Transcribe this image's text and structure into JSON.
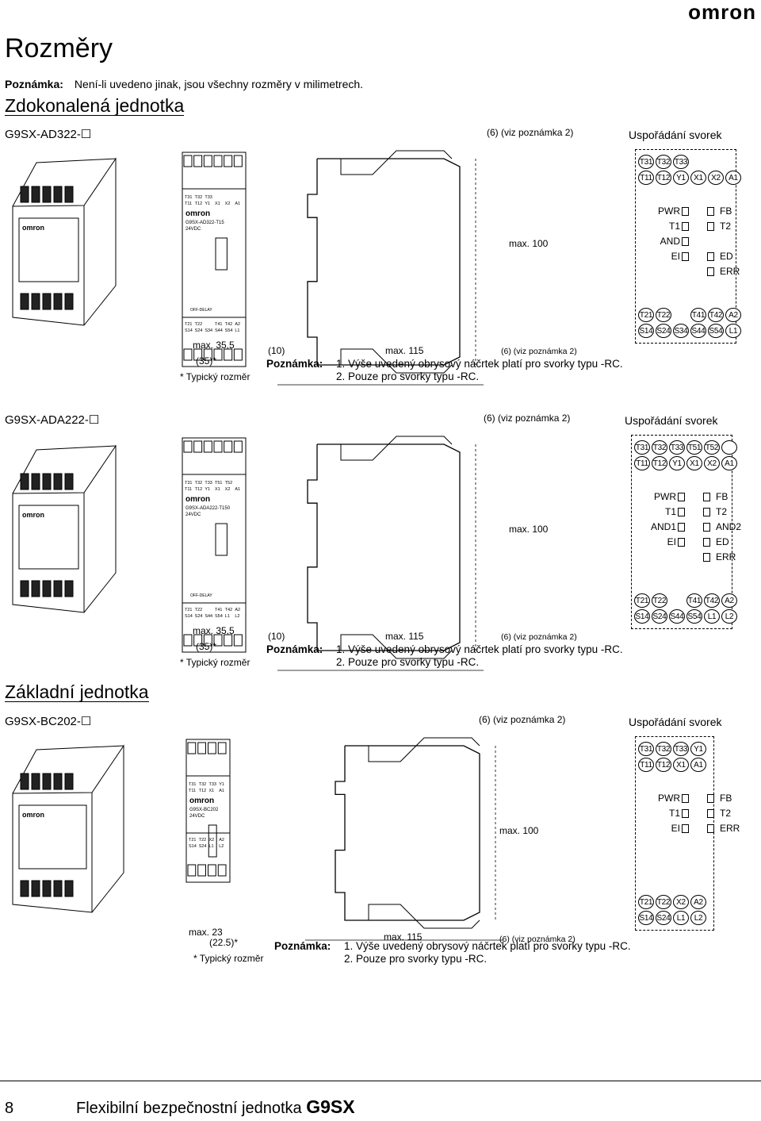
{
  "brand": "omron",
  "page_title": "Rozměry",
  "note": {
    "label": "Poznámka:",
    "text": "Není-li uvedeno jinak, jsou všechny rozměry v milimetrech."
  },
  "sections": {
    "advanced": "Zdokonalená jednotka",
    "basic": "Základní jednotka"
  },
  "units": [
    {
      "model": "G9SX-AD322-☐",
      "dims": {
        "width": "max. 35,5",
        "typ": "(35)*",
        "typ_note": "* Typický rozměr",
        "d10": "(10)",
        "depth": "max. 115",
        "d6_note": "(6) (viz poznámka 2)",
        "d6_top": "(6) (viz poznámka 2)",
        "height": "max. 100"
      },
      "front": {
        "model_text": "G9SX-AD322-T15",
        "voltage": "24VDC",
        "top_row1": [
          "T31",
          "T32",
          "T33",
          "",
          ""
        ],
        "top_row2": [
          "T11",
          "T12",
          "Y1",
          "X1",
          "X2",
          "A1"
        ],
        "bot_row1": [
          "T21",
          "T22",
          "",
          "T41",
          "T42",
          "A2"
        ],
        "bot_row2": [
          "S14",
          "S24",
          "S34",
          "S44",
          "S54",
          "L1"
        ],
        "off_delay": "OFF-DELAY"
      },
      "panel": {
        "title": "Uspořádání svorek",
        "top1": [
          "T31",
          "T32",
          "T33"
        ],
        "top2": [
          "T11",
          "T12",
          "Y1",
          "X1",
          "X2",
          "A1"
        ],
        "leds": [
          [
            "PWR",
            "FB"
          ],
          [
            "T1",
            "T2"
          ],
          [
            "AND",
            ""
          ],
          [
            "EI",
            "ED"
          ],
          [
            "",
            "ERR"
          ]
        ],
        "bot1": [
          "T21",
          "T22",
          "",
          "T41",
          "T42",
          "A2"
        ],
        "bot2": [
          "S14",
          "S24",
          "S34",
          "S44",
          "S54",
          "L1"
        ]
      },
      "notes": {
        "label": "Poznámka:",
        "n1": "1.  Výše uvedený obrysový náčrtek platí pro svorky typu -RC.",
        "n2": "2.  Pouze pro svorky typu -RC."
      }
    },
    {
      "model": "G9SX-ADA222-☐",
      "dims": {
        "width": "max. 35,5",
        "typ": "(35)*",
        "typ_note": "* Typický rozměr",
        "d10": "(10)",
        "depth": "max. 115",
        "d6_note": "(6) (viz poznámka 2)",
        "d6_top": "(6) (viz poznámka 2)",
        "height": "max. 100"
      },
      "front": {
        "model_text": "G9SX-ADA222-T150",
        "voltage": "24VDC",
        "top_row1": [
          "T31",
          "T32",
          "T33",
          "T51",
          "T52",
          ""
        ],
        "top_row2": [
          "T11",
          "T12",
          "Y1",
          "X1",
          "X2",
          "A1"
        ],
        "bot_row1": [
          "T21",
          "T22",
          "",
          "T41",
          "T42",
          "A2"
        ],
        "bot_row2": [
          "S14",
          "S24",
          "S44",
          "S54",
          "L1",
          "L2"
        ],
        "off_delay": "OFF-DELAY"
      },
      "panel": {
        "title": "Uspořádání svorek",
        "top1": [
          "T31",
          "T32",
          "T33",
          "T51",
          "T52",
          ""
        ],
        "top2": [
          "T11",
          "T12",
          "Y1",
          "X1",
          "X2",
          "A1"
        ],
        "leds": [
          [
            "PWR",
            "FB"
          ],
          [
            "T1",
            "T2"
          ],
          [
            "AND1",
            "AND2"
          ],
          [
            "EI",
            "ED"
          ],
          [
            "",
            "ERR"
          ]
        ],
        "bot1": [
          "T21",
          "T22",
          "",
          "T41",
          "T42",
          "A2"
        ],
        "bot2": [
          "S14",
          "S24",
          "S44",
          "S54",
          "L1",
          "L2"
        ]
      },
      "notes": {
        "label": "Poznámka:",
        "n1": "1.  Výše uvedený obrysový náčrtek platí pro svorky typu -RC.",
        "n2": "2.  Pouze pro svorky typu -RC."
      }
    },
    {
      "model": "G9SX-BC202-☐",
      "dims": {
        "width": "max. 23",
        "typ": "(22.5)*",
        "typ_note": "* Typický rozměr",
        "d10": "",
        "depth": "max. 115",
        "d6_note": "(6) (viz poznámka 2)",
        "d6_top": "(6) (viz poznámka 2)",
        "height": "max. 100"
      },
      "front": {
        "model_text": "G9SX-BC202",
        "voltage": "24VDC",
        "top_row1": [
          "T31",
          "T32",
          "T33",
          "Y1"
        ],
        "top_row2": [
          "T11",
          "T12",
          "X1",
          "A1"
        ],
        "bot_row1": [
          "T21",
          "T22",
          "X2",
          "A2"
        ],
        "bot_row2": [
          "S14",
          "S24",
          "L1",
          "L2"
        ],
        "off_delay": ""
      },
      "panel": {
        "title": "Uspořádání svorek",
        "top1": [
          "T31",
          "T32",
          "T33",
          "Y1"
        ],
        "top2": [
          "T11",
          "T12",
          "X1",
          "A1"
        ],
        "leds": [
          [
            "PWR",
            "FB"
          ],
          [
            "T1",
            "T2"
          ],
          [
            "EI",
            "ERR"
          ]
        ],
        "bot1": [
          "T21",
          "T22",
          "X2",
          "A2"
        ],
        "bot2": [
          "S14",
          "S24",
          "L1",
          "L2"
        ]
      },
      "notes": {
        "label": "Poznámka:",
        "n1": "1.  Výše uvedený obrysový náčrtek platí pro svorky typu -RC.",
        "n2": "2.  Pouze pro svorky typu -RC."
      }
    }
  ],
  "footer": {
    "page": "8",
    "text": "Flexibilní bezpečnostní jednotka",
    "product": "G9SX"
  }
}
